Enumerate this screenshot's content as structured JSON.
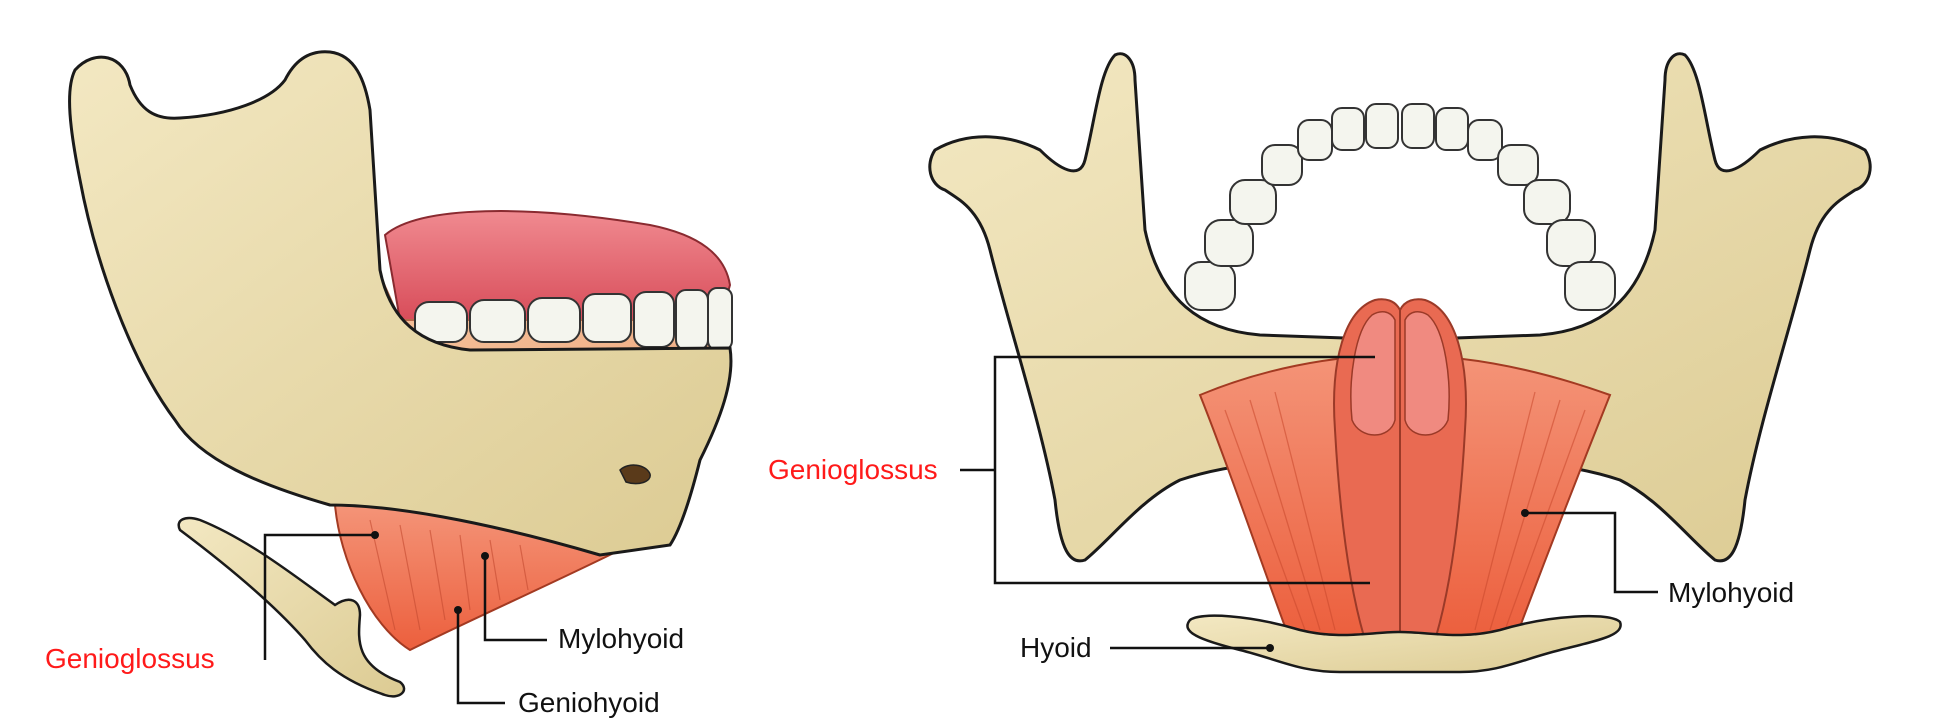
{
  "left_view": {
    "labels": {
      "genioglossus": "Genioglossus",
      "mylohyoid": "Mylohyoid",
      "geniohyoid": "Geniohyoid"
    }
  },
  "right_view": {
    "labels": {
      "genioglossus": "Genioglossus",
      "mylohyoid": "Mylohyoid",
      "hyoid": "Hyoid"
    }
  },
  "colors": {
    "highlight_label": "#ff1a1a",
    "normal_label": "#111111",
    "bone": "#eee1b4",
    "muscle": "#ef7050",
    "tongue": "#e05a64",
    "tooth": "#f4f5ee"
  }
}
